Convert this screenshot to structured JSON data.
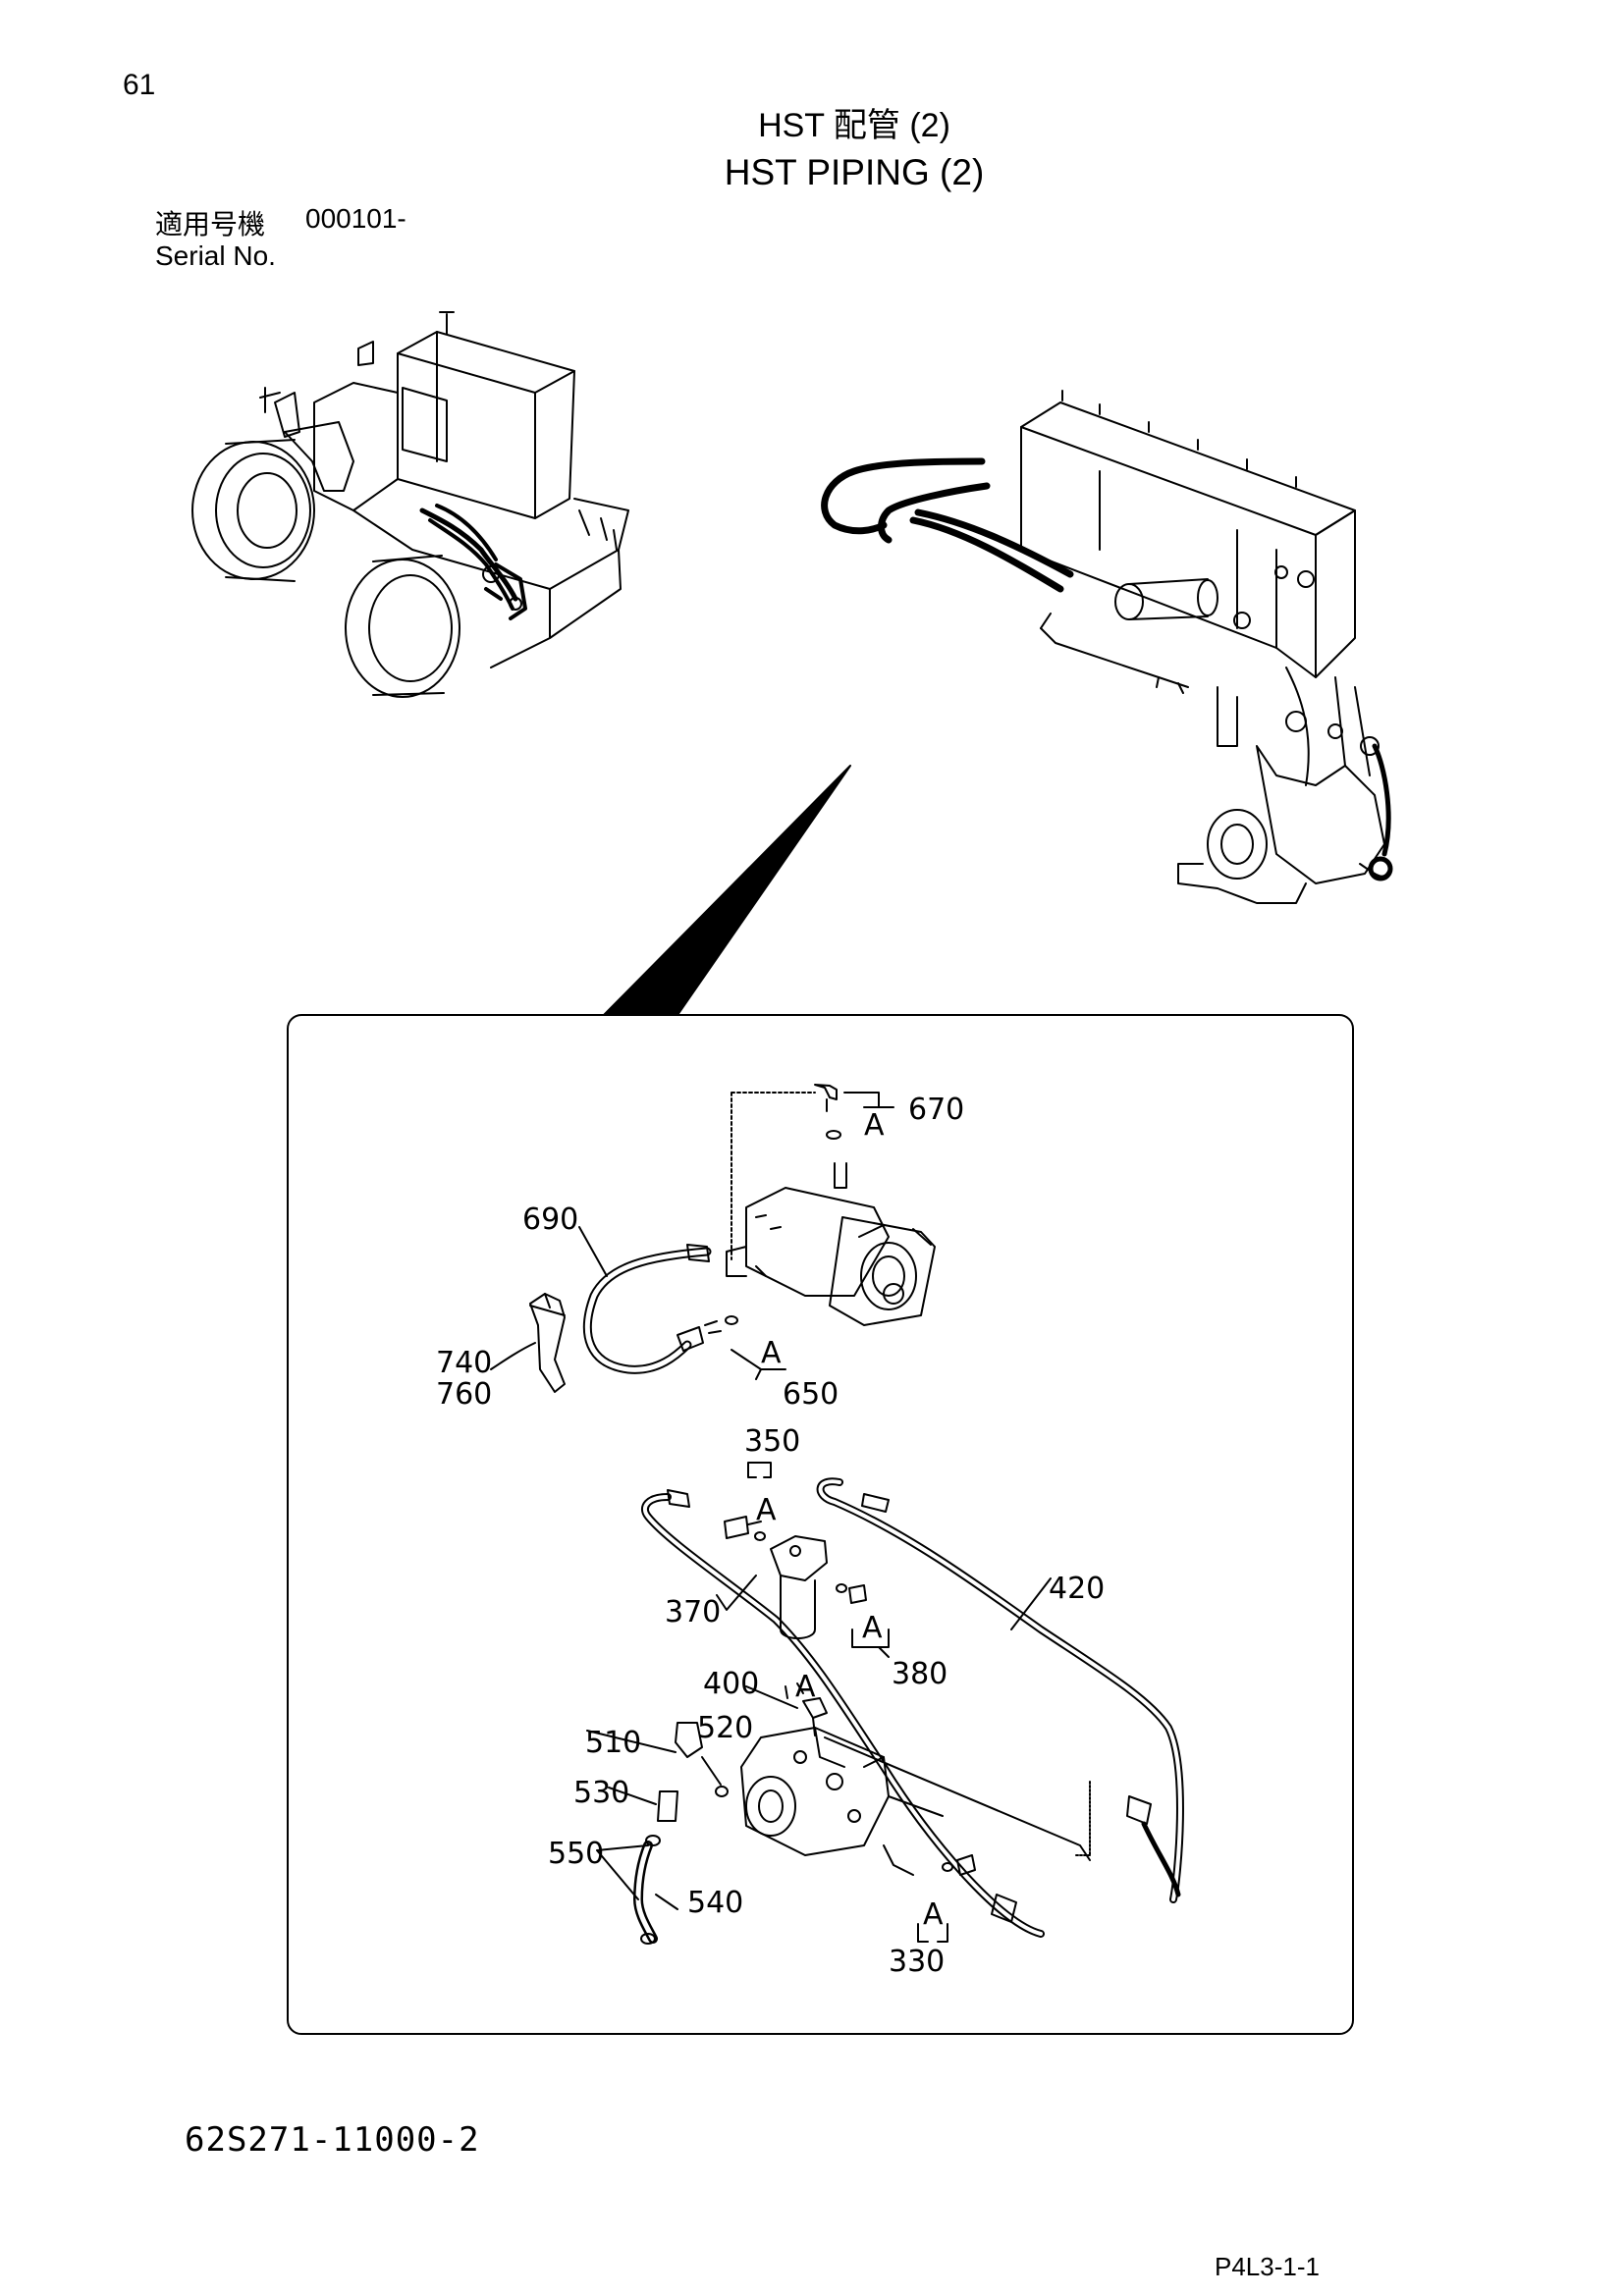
{
  "header": {
    "page_number": "61",
    "title_jp": "HST 配管 (2)",
    "title_en": "HST PIPING (2)",
    "serial_label_jp": "適用号機",
    "serial_value": "000101-",
    "serial_label_en": "Serial No."
  },
  "callouts": {
    "c670": "670",
    "c690": "690",
    "c650": "650",
    "c740": "740",
    "c760": "760",
    "c350": "350",
    "c370": "370",
    "c380": "380",
    "c420": "420",
    "c400": "400",
    "c510": "510",
    "c520": "520",
    "c530": "530",
    "c550": "550",
    "c540": "540",
    "c330": "330"
  },
  "marker_a": "A",
  "footer": {
    "drawing_number": "62S271-11000-2",
    "page_code": "P4L3-1-1"
  }
}
